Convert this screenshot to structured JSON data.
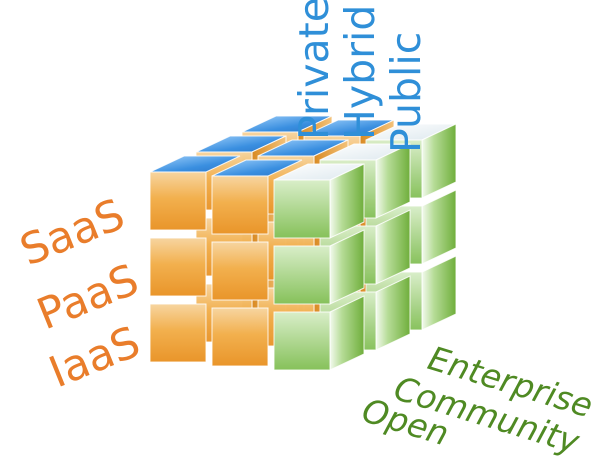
{
  "service_models": [
    "SaaS",
    "PaaS",
    "IaaS"
  ],
  "deployment_models": [
    "Private",
    "Hybrid",
    "Public"
  ],
  "scopes": [
    "Enterprise",
    "Community",
    "Open"
  ],
  "colors": {
    "service_orange": "#e97d2b",
    "deployment_blue": "#2f8fd8",
    "scope_green": "#4f8a23",
    "top_face_blue": "#3a86d6",
    "front_face_orange": "#f0a83a",
    "side_face_green": "#6fb03a"
  }
}
